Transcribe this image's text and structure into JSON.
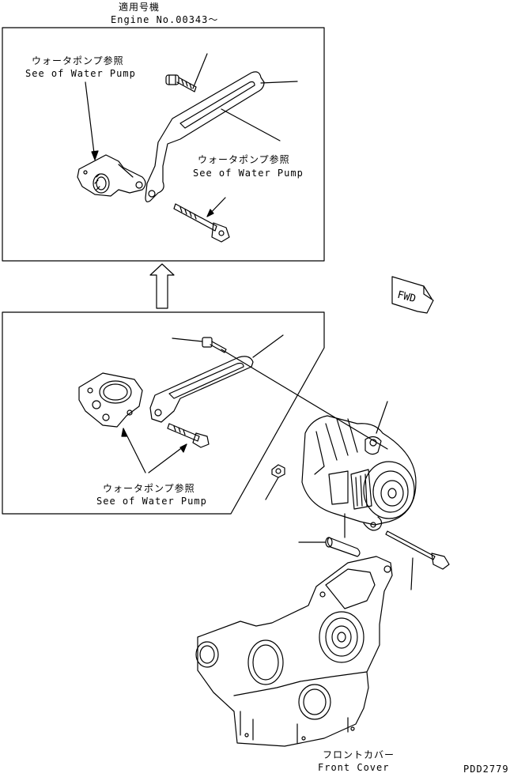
{
  "header": {
    "applicable_model_jp": "適用号機",
    "engine_no": "Engine No.00343〜"
  },
  "top_box": {
    "note1_jp": "ウォータポンプ参照",
    "note1_en": "See of Water Pump",
    "note2_jp": "ウォータポンプ参照",
    "note2_en": "See of Water Pump"
  },
  "bottom_box": {
    "note_jp": "ウォータポンプ参照",
    "note_en": "See of Water Pump"
  },
  "direction": {
    "label": "FWD"
  },
  "front_cover": {
    "label_jp": "フロントカバー",
    "label_en": "Front Cover"
  },
  "drawing_no": "PDD2779"
}
